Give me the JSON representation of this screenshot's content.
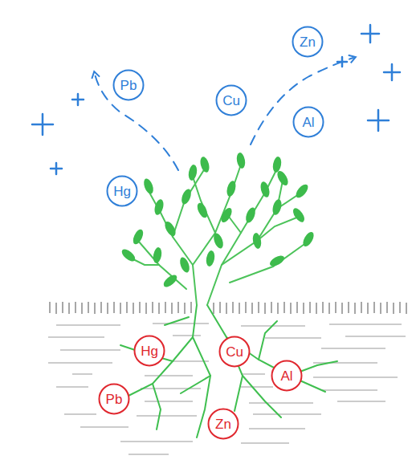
{
  "diagram": {
    "nodes": [
      {
        "text": [
          "Zn"
        ]
      },
      {
        "text": [
          "Pb"
        ]
      },
      {
        "text": [
          "Cu"
        ]
      },
      {
        "text": [
          "Al"
        ]
      },
      {
        "text": [
          "Hg"
        ]
      },
      {
        "text": [
          "Hg"
        ]
      },
      {
        "text": [
          "Cu"
        ]
      },
      {
        "text": [
          "Al"
        ]
      },
      {
        "text": [
          "Pb"
        ]
      },
      {
        "text": [
          "Zn"
        ]
      }
    ]
  }
}
